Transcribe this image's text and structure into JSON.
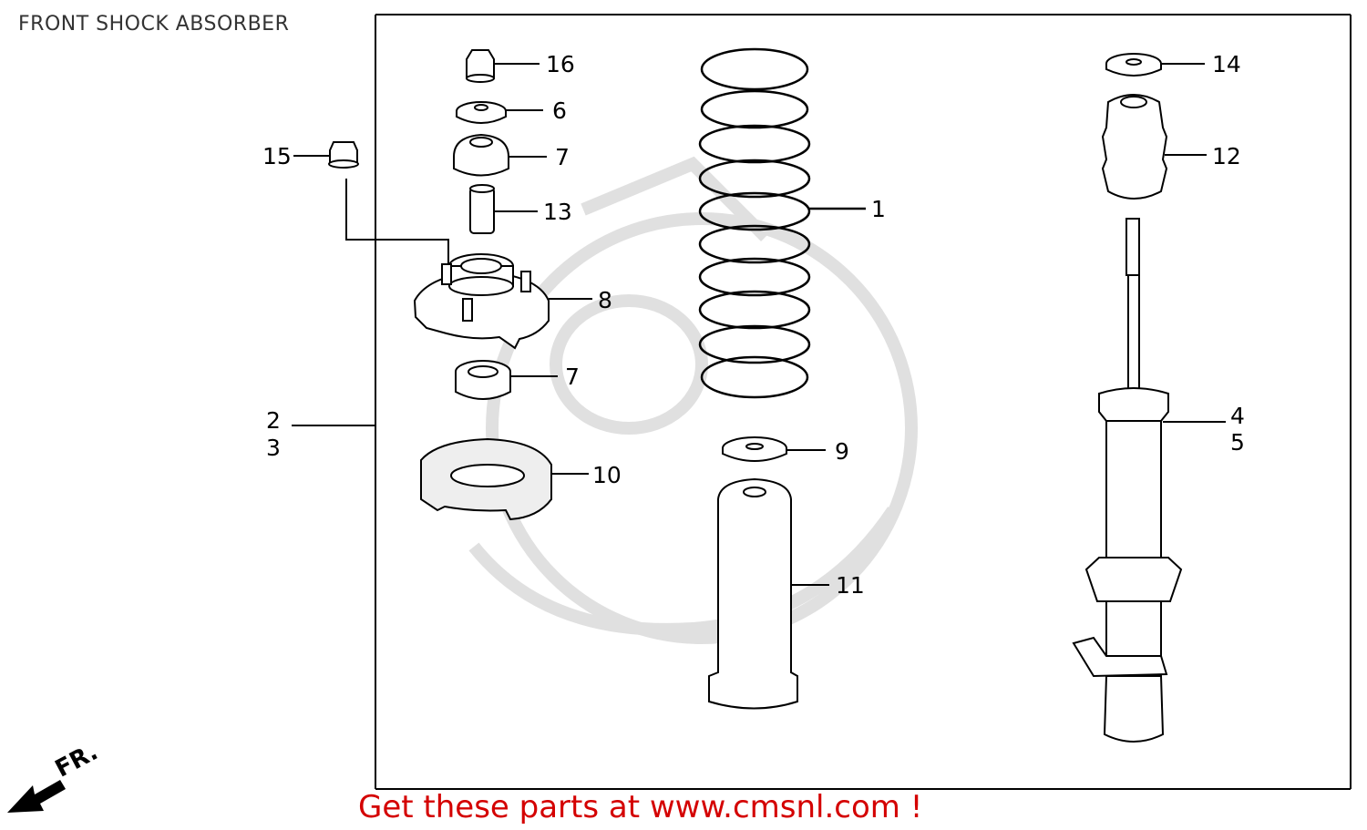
{
  "title": "FRONT SHOCK ABSORBER",
  "footer": "Get these parts at www.cmsnl.com !",
  "direction_label": "FR.",
  "callouts": {
    "c1": "1",
    "c2": "2",
    "c3": "3",
    "c4": "4",
    "c5": "5",
    "c6": "6",
    "c7a": "7",
    "c7b": "7",
    "c8": "8",
    "c9": "9",
    "c10": "10",
    "c11": "11",
    "c12": "12",
    "c13": "13",
    "c14": "14",
    "c15": "15",
    "c16": "16"
  }
}
